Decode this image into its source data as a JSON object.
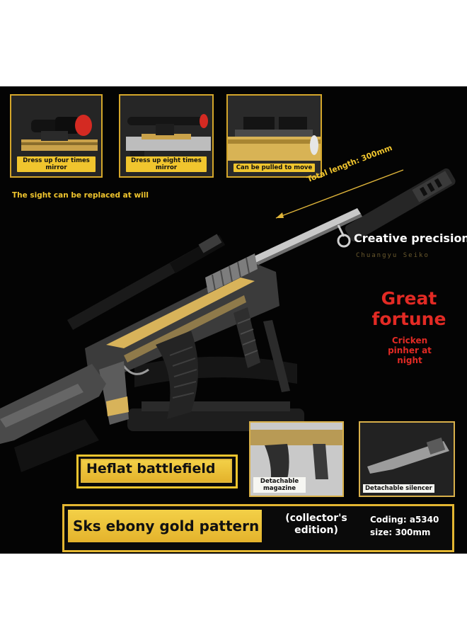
{
  "insets": [
    {
      "caption": "Dress up four times mirror"
    },
    {
      "caption": "Dress up eight times mirror"
    },
    {
      "caption": "Can be pulled to move"
    }
  ],
  "sight_note": "The sight can be replaced at will",
  "total_length": "Total length: 300mm",
  "creative_precision": "Creative precision",
  "watermark": "Chuangyu Seiko",
  "great_fortune": "Great fortune",
  "cricken": "Cricken pinher at night",
  "detail_insets": [
    {
      "caption": "Detachable magazine"
    },
    {
      "caption": "Detachable silencer"
    }
  ],
  "heflat": "Heflat battlefield",
  "product_name": "Sks ebony gold pattern",
  "edition": "(collector's edition)",
  "coding": "Coding: a5340",
  "size": "size: 300mm",
  "colors": {
    "accent_gold": "#e4b32c",
    "red": "#e0201c",
    "background": "#040404"
  }
}
